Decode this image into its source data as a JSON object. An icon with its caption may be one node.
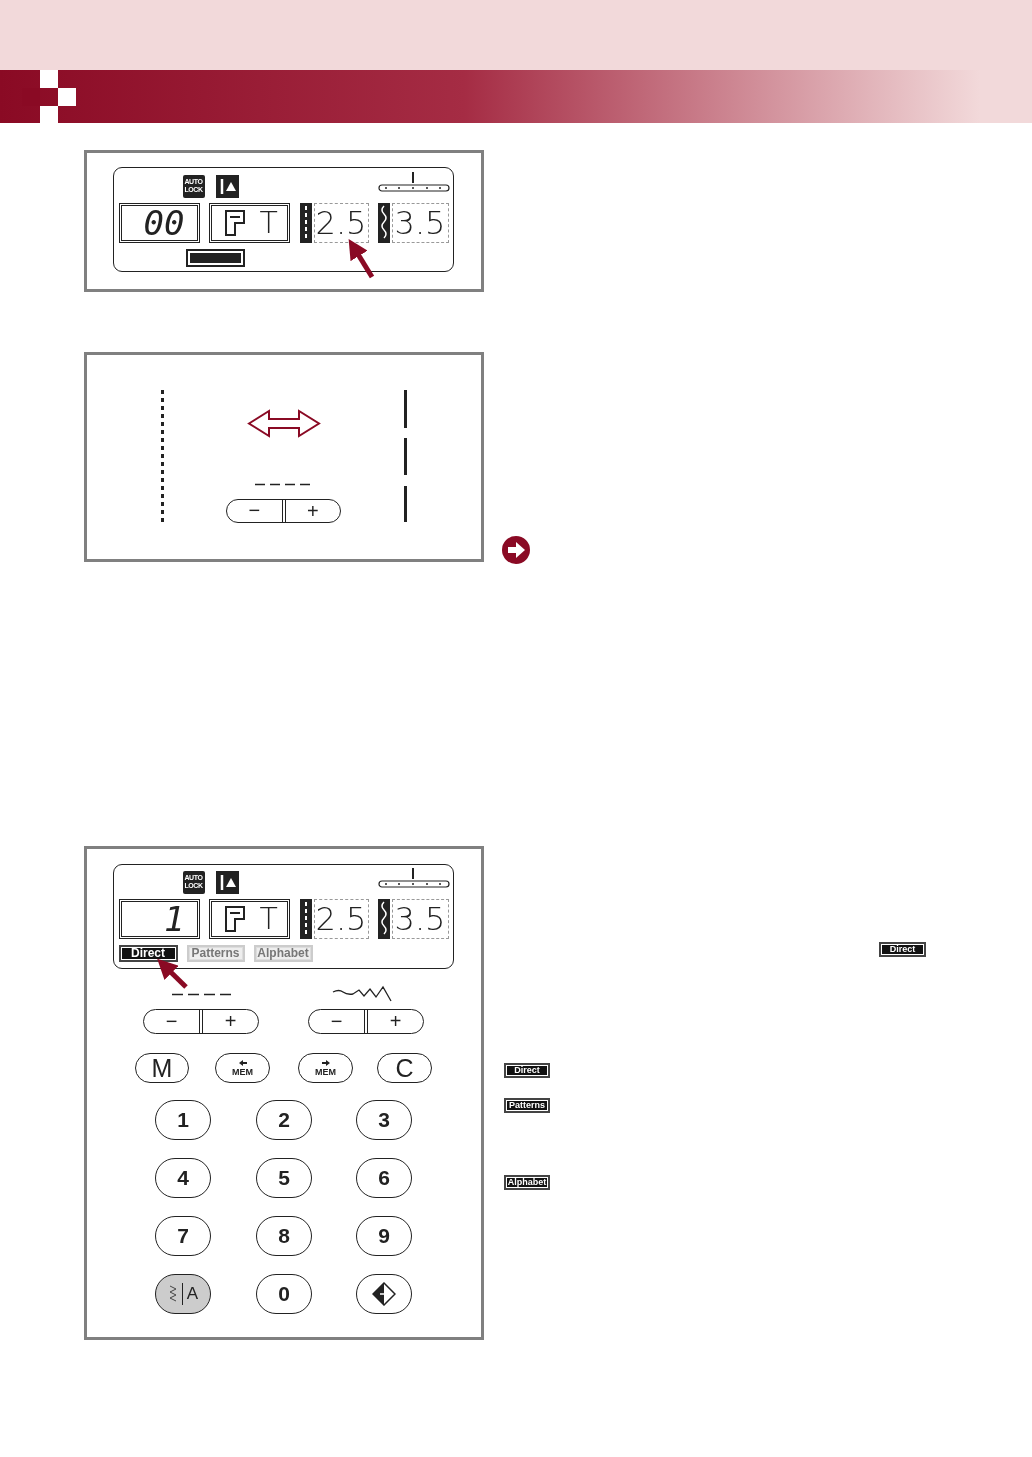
{
  "diagram": {
    "nodes": [
      {
        "text": [],
        "shape": "box"
      },
      {
        "text": [],
        "shape": "box",
        "in": 0
      },
      {
        "text": [
          "AUTO LOCK"
        ],
        "in": 1
      },
      {
        "text": [
          "00"
        ],
        "in": 1
      },
      {
        "text": [
          "T"
        ],
        "in": 1
      },
      {
        "text": [
          "2.5"
        ],
        "in": 1
      },
      {
        "text": [
          "3.5"
        ],
        "in": 1
      },
      {
        "text": [],
        "shape": "box",
        "in": 1
      },
      {
        "text": [],
        "shape": "box"
      },
      {
        "text": [
          "−",
          "+"
        ],
        "in": 8
      },
      {
        "text": [],
        "shape": "box"
      },
      {
        "text": [],
        "shape": "box",
        "in": 10
      },
      {
        "text": [
          "AUTO LOCK"
        ],
        "in": 11
      },
      {
        "text": [
          "1"
        ],
        "in": 11
      },
      {
        "text": [
          "T"
        ],
        "in": 11
      },
      {
        "text": [
          "2.5"
        ],
        "in": 11
      },
      {
        "text": [
          "3.5"
        ],
        "in": 11
      },
      {
        "text": [
          "Direct"
        ],
        "in": 11
      },
      {
        "text": [
          "Patterns"
        ],
        "in": 11
      },
      {
        "text": [
          "Alphabet"
        ],
        "in": 11
      },
      {
        "text": [
          "−",
          "+"
        ],
        "in": 10
      },
      {
        "text": [
          "−",
          "+"
        ],
        "in": 10
      },
      {
        "text": [
          "M"
        ],
        "in": 10
      },
      {
        "text": [
          "MEM"
        ],
        "in": 10
      },
      {
        "text": [
          "MEM"
        ],
        "in": 10
      },
      {
        "text": [
          "C"
        ],
        "in": 10
      },
      {
        "text": [
          "1"
        ],
        "in": 10
      },
      {
        "text": [
          "2"
        ],
        "in": 10
      },
      {
        "text": [
          "3"
        ],
        "in": 10
      },
      {
        "text": [
          "4"
        ],
        "in": 10
      },
      {
        "text": [
          "5"
        ],
        "in": 10
      },
      {
        "text": [
          "6"
        ],
        "in": 10
      },
      {
        "text": [
          "7"
        ],
        "in": 10
      },
      {
        "text": [
          "8"
        ],
        "in": 10
      },
      {
        "text": [
          "9"
        ],
        "in": 10
      },
      {
        "text": [
          "A"
        ],
        "in": 10
      },
      {
        "text": [
          "0"
        ],
        "in": 10
      },
      {
        "text": [],
        "shape": "button",
        "in": 10
      },
      {
        "text": [
          "Direct"
        ]
      },
      {
        "text": [
          "Direct"
        ]
      },
      {
        "text": [
          "Patterns"
        ]
      },
      {
        "text": [
          "Alphabet"
        ]
      }
    ],
    "edges": [
      {
        "from": null,
        "to": 5,
        "arrow": "to"
      },
      {
        "from": null,
        "to": 17,
        "arrow": "to"
      }
    ]
  }
}
